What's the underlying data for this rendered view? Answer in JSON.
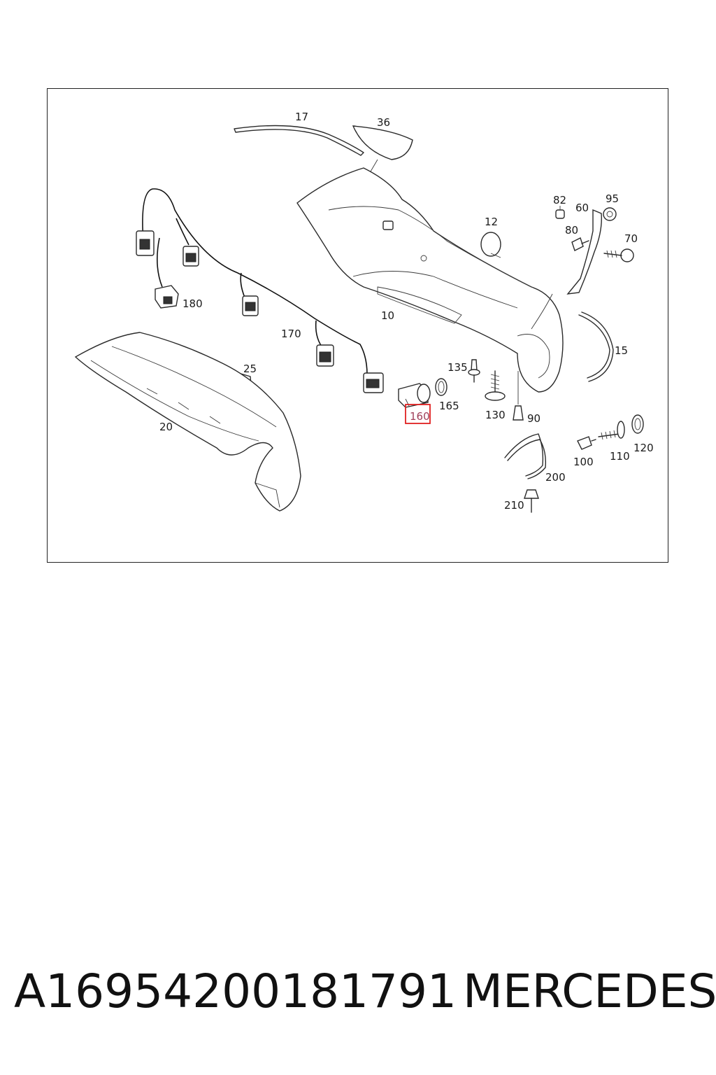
{
  "diagram": {
    "callouts": {
      "c17": "17",
      "c36": "36",
      "c82": "82",
      "c95": "95",
      "c60": "60",
      "c80": "80",
      "c70": "70",
      "c12": "12",
      "c180": "180",
      "c10": "10",
      "c170": "170",
      "c15": "15",
      "c25": "25",
      "c135": "135",
      "c20": "20",
      "c165": "165",
      "c130": "130",
      "c160": "160",
      "c90": "90",
      "c100": "100",
      "c110": "110",
      "c120": "120",
      "c200": "200",
      "c210": "210"
    },
    "highlighted_callout": "160",
    "highlight_color": "#e02020"
  },
  "caption": {
    "part_number": "A16954200181791",
    "brand": "MERCEDES"
  }
}
